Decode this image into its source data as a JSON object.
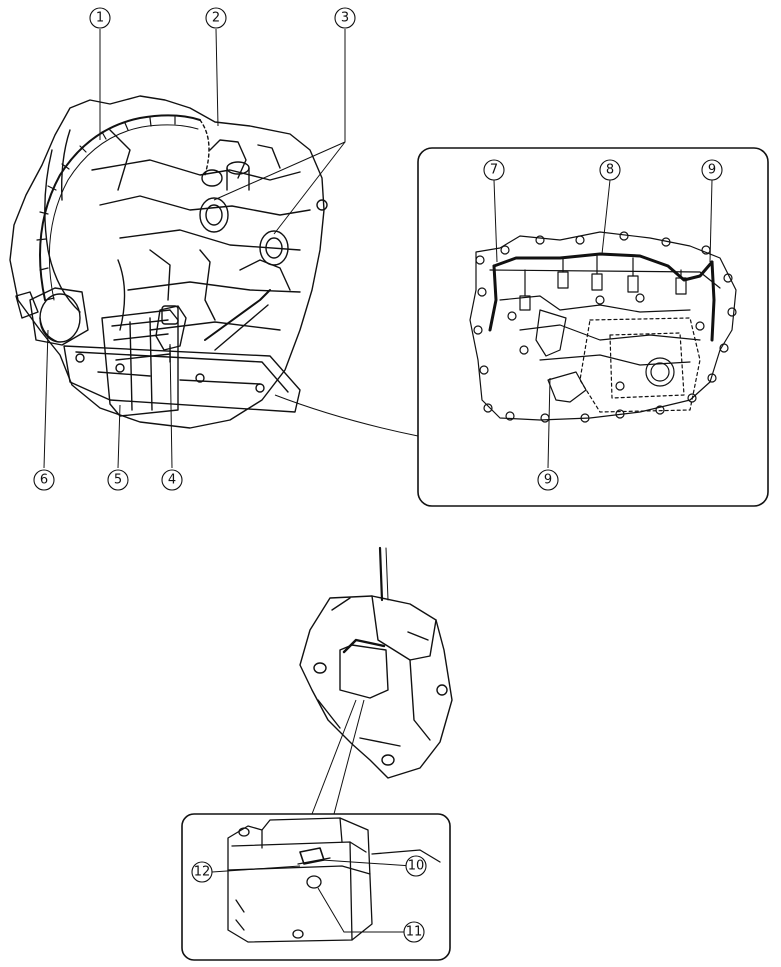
{
  "callouts": [
    {
      "id": "c1",
      "label": "1"
    },
    {
      "id": "c2",
      "label": "2"
    },
    {
      "id": "c3",
      "label": "3"
    },
    {
      "id": "c4",
      "label": "4"
    },
    {
      "id": "c5",
      "label": "5"
    },
    {
      "id": "c6",
      "label": "6"
    },
    {
      "id": "c7",
      "label": "7"
    },
    {
      "id": "c8",
      "label": "8"
    },
    {
      "id": "c9a",
      "label": "9"
    },
    {
      "id": "c9b",
      "label": "9"
    },
    {
      "id": "c10",
      "label": "10"
    },
    {
      "id": "c11",
      "label": "11"
    },
    {
      "id": "c12",
      "label": "12"
    }
  ],
  "colors": {
    "ink": "#111111",
    "background": "#ffffff"
  }
}
